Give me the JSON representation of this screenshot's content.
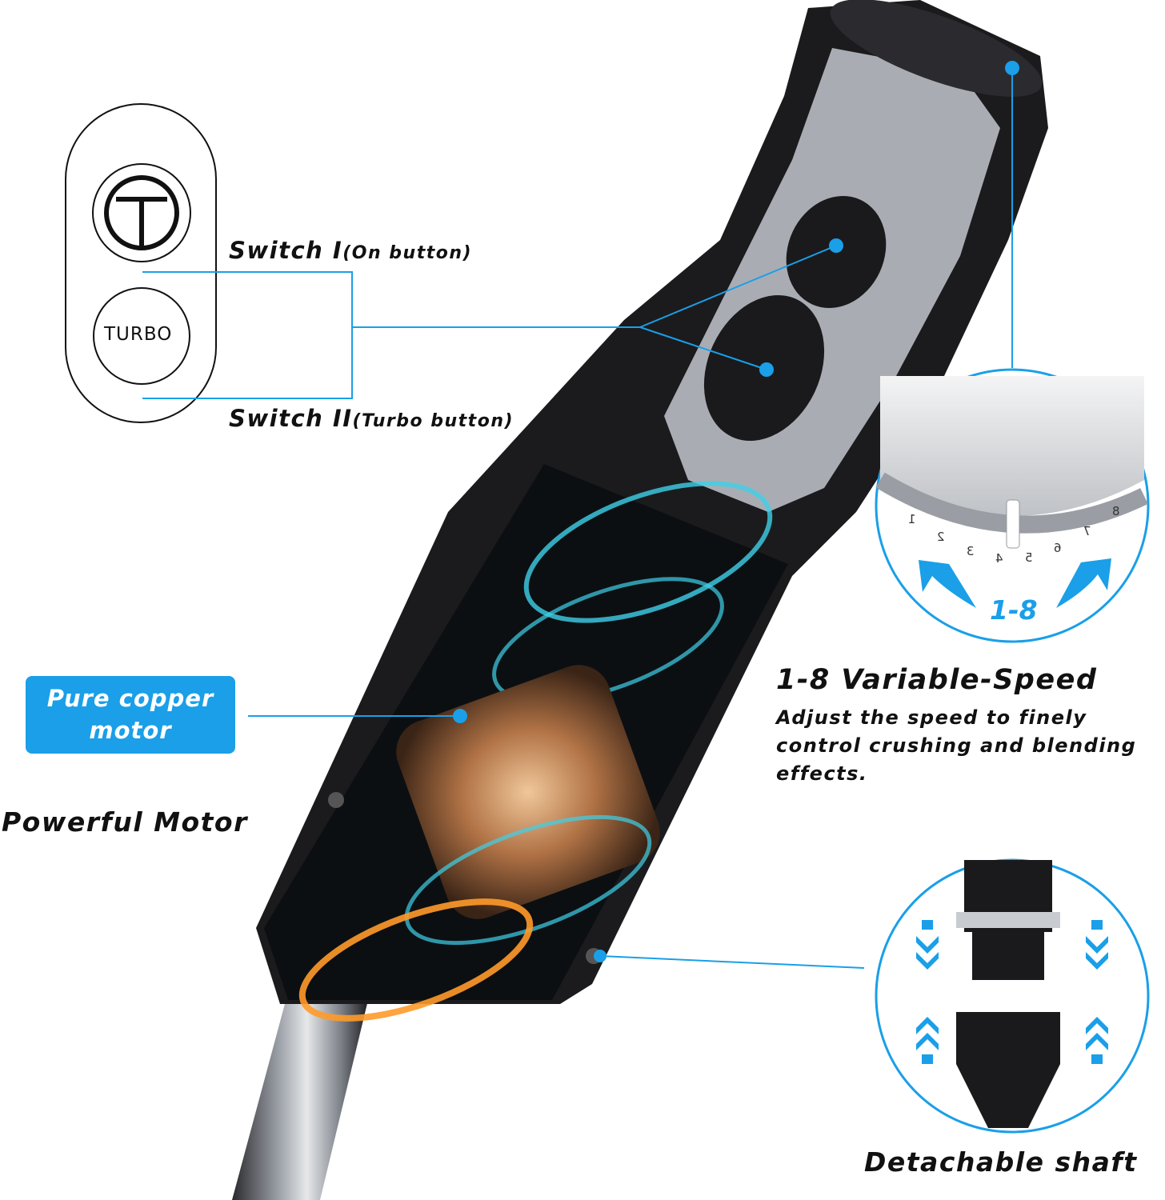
{
  "controls": {
    "on_icon": "t-circle-icon",
    "turbo_label": "TURBO",
    "switch1_main": "Switch I",
    "switch1_sub": "(On button)",
    "switch2_main": "Switch II",
    "switch2_sub": "(Turbo button)"
  },
  "motor": {
    "badge": "Pure copper motor",
    "title": "Powerful Motor"
  },
  "speed": {
    "title": "1-8 Variable-Speed",
    "description": "Adjust the speed to finely control crushing and blending effects.",
    "range_label": "1-8",
    "dial_numbers": [
      "1",
      "2",
      "3",
      "4",
      "5",
      "6",
      "7",
      "8"
    ]
  },
  "shaft": {
    "title": "Detachable shaft"
  },
  "colors": {
    "accent": "#1a9fe8",
    "text": "#111111",
    "body_dark": "#1b1b1d",
    "steel": "#b8bcc2"
  }
}
